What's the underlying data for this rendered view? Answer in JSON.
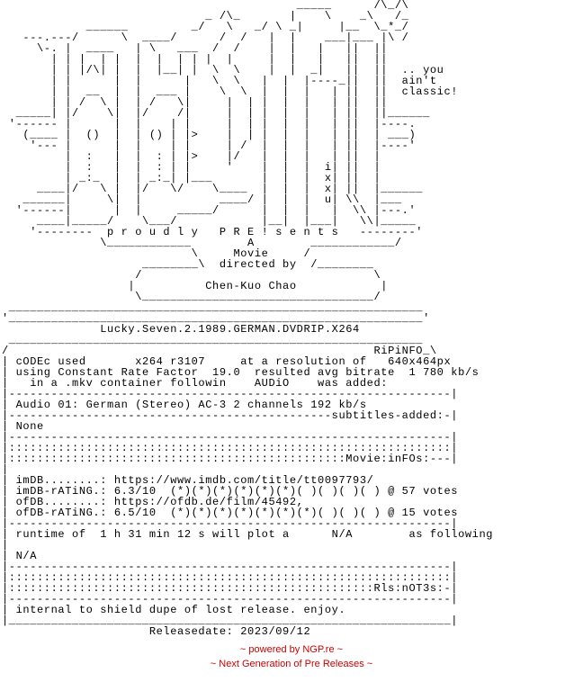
{
  "nfo_lines": [
    "                                          _____      /\\_/\\",
    "                             _ /\\_       |    \\    _\\   /_",
    "            ______         _/   \\   _/ \\ _|     |__  \\_*_/",
    "   ---.---/      \\  ____/      /  /   |  |    ___|___ |\\ /",
    "     \\-. |  ____   | \\   ___  /  /    |  |   |   ||  ||",
    "       | | |  | |  |  |  | | |  |     |  |   |   ||  ||",
    "       | | |/\\| |  |  |__| |  \\  \\    |  |  _|   ||  ||  .. you",
    "       | |      |  |      |   \\  \\   |  |  |----_||  ||  ain't",
    "       | |  __  |  |  ___ |    \\  \\  |  |  |   | ||  ||  classic!",
    "       | | /  \\ |  | /   \\|     |  | |  |  |   | ||  ||",
    "  _____| |/    \\|  |/    /|     |  | |  |  |   | ||  ||______",
    " '------ |      |  |    | |     |  | |  |  |   | ||  |----.",
    "   (____ |  ()  |  | () | |>    |  | |  |  |   | ||  | ___)",
    "    '--- |      |  |    | |     | /  |  |  |   | ||  |----'",
    "         |  :   |  |  : | |>    |/   |  |  |   | ||  |",
    "         |  :   |  |  : | |     '    |  |  |  i| ||  |",
    "         | _:_  |  | _:_| |___       |  |  |  x| ||  |",
    "     ____|/   \\ |  |/   \\/    \\____  |  |  |  x| ||  |______",
    "   ______|     \\|  |           ____/ |  |  |  u| \\\\  |___",
    "  '------|      |  |     _____/      |  |  |   |  \\\\ |---.'",
    "     ____|_____/    \\___/            |__|  |___|   \\\\|_____",
    "    '--------  p r o u d l y   P R E ! s e n t s   --------'",
    "              \\____________        A        ____________/",
    "                           \\     Movie     /",
    "                    ________\\  directed by  /________",
    "                   /                                 \\",
    "                  |          Chen-Kuo Chao            |",
    "                   \\_________________________________/",
    " ___________________________________________________________ ",
    "'___________________________________________________________'",
    "              Lucky.Seven.2.1989.GERMAN.DVDRIP.X264",
    " ___________________________________________________________ ",
    "/                                                    RiPiNFO_\\",
    "| cODEc used       x264 r3107     at a resolution of   640x464px",
    "| using Constant Rate Factor  19.0  resulted avg bitrate  1 780 kb/s",
    "|   in a .mkv container followin    AUDiO    was added:",
    "|---------------------------------------------------------------|",
    "| Audio 01: German (Stereo) AC-3 2 channels 192 kb/s",
    "|----------------------------------------------subtitles-added:-|",
    "| None",
    "|---------------------------------------------------------------|",
    "|:::::::::::::::::::::::::::::::::::::::::::::::::::::::::::::::|",
    "|::::::::::::::::::::::::::::::::::::::::::::::::Movie:inFOs:---|",
    "|",
    "| imDB........: https://www.imdb.com/title/tt0097793/",
    "| imDB-rATiNG.: 6.3/10  (*)(*)(*)(*)(*)(*)( )( )( )( ) @ 57 votes",
    "| ofDB........: https://ofdb.de/film/45492,",
    "| ofDB-rATiNG.: 6.5/10  (*)(*)(*)(*)(*)(*)(*)( )( )( ) @ 15 votes",
    "|---------------------------------------------------------------|",
    "| runtime of  1 h 31 min 12 s will plot a      N/A        as following",
    "|",
    "| N/A",
    "|---------------------------------------------------------------|",
    "|:::::::::::::::::::::::::::::::::::::::::::::::::::::::::::::::|",
    "|::::::::::::::::::::::::::::::::::::::::::::::::::::Rls:nOT3s:-|",
    "|---------------------------------------------------------------|",
    "| internal to shield dupe of lost release. enjoy.",
    "|_______________________________________________________________|",
    "                     Releasedate: 2023/09/12"
  ],
  "footer": {
    "line1": "~ powered by NGP.re ~",
    "line2": "~ Next Generation of Pre Releases ~"
  },
  "colors": {
    "text": "#000000",
    "footer": "#cc0000",
    "background": "#ffffff"
  }
}
